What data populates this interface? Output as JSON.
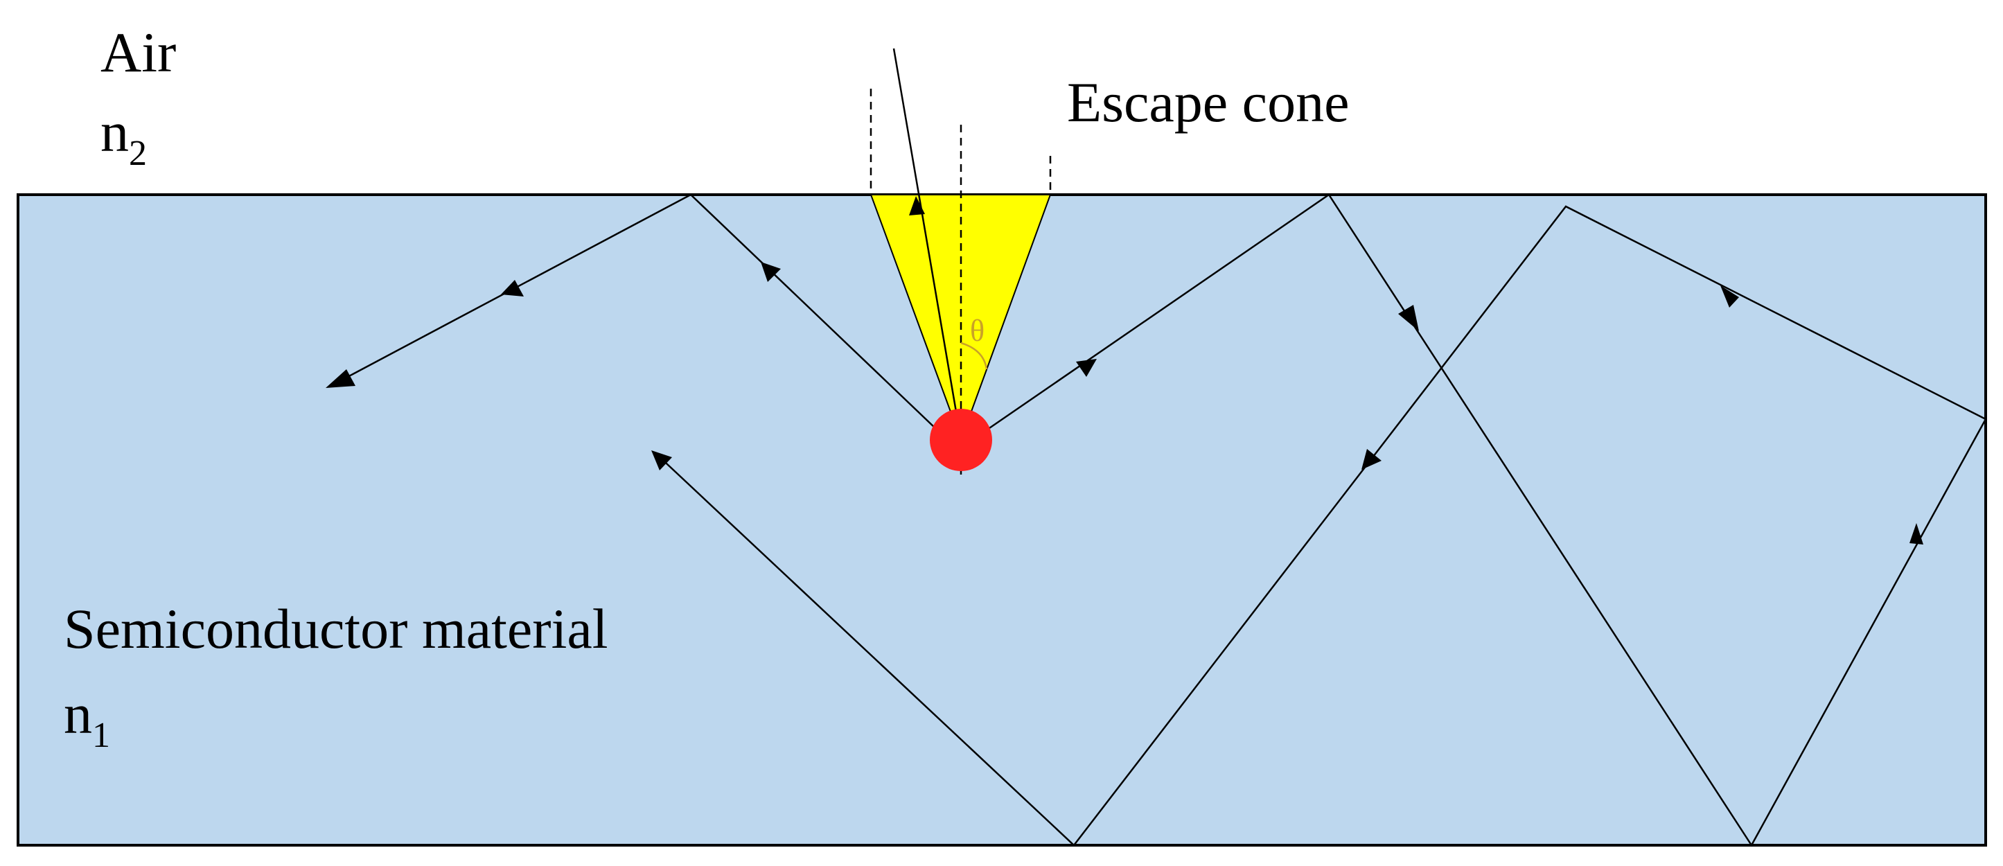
{
  "labels": {
    "air": "Air",
    "n2_symbol": "n",
    "n2_subscript": "2",
    "escape_cone": "Escape cone",
    "semiconductor": "Semiconductor material",
    "n1_symbol": "n",
    "n1_subscript": "1",
    "angle": "θ"
  },
  "colors": {
    "semiconductor_fill": "#bdd7ee",
    "escape_cone_fill": "#ffff00",
    "source_point": "#ff2222",
    "rays": "#000000",
    "angle_mark": "#c9a227"
  }
}
